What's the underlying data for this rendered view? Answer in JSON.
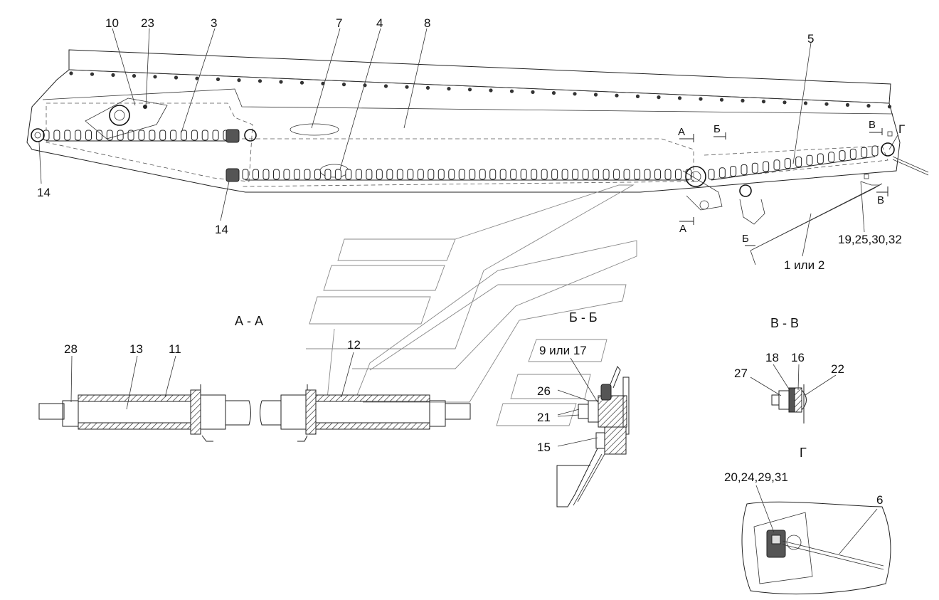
{
  "labels": {
    "p10": "10",
    "p23": "23",
    "p3": "3",
    "p7": "7",
    "p4": "4",
    "p8": "8",
    "p5": "5",
    "p14a": "14",
    "p14b": "14",
    "g_top": "Г",
    "v_top": "В",
    "v_bot": "В",
    "a_top": "А",
    "a_bot": "А",
    "b_top": "Б",
    "b_bot": "Б",
    "p19": "19,25,30,32",
    "p1or2": "1 или 2",
    "p28": "28",
    "p13": "13",
    "p11": "11",
    "p12": "12",
    "p9or17": "9 или 17",
    "p26": "26",
    "p21": "21",
    "p15": "15",
    "p27": "27",
    "p18": "18",
    "p16": "16",
    "p22": "22",
    "p20": "20,24,29,31",
    "p6": "6"
  },
  "sections": {
    "aa": "А - А",
    "bb": "Б - Б",
    "vv": "В - В",
    "g": "Г"
  }
}
